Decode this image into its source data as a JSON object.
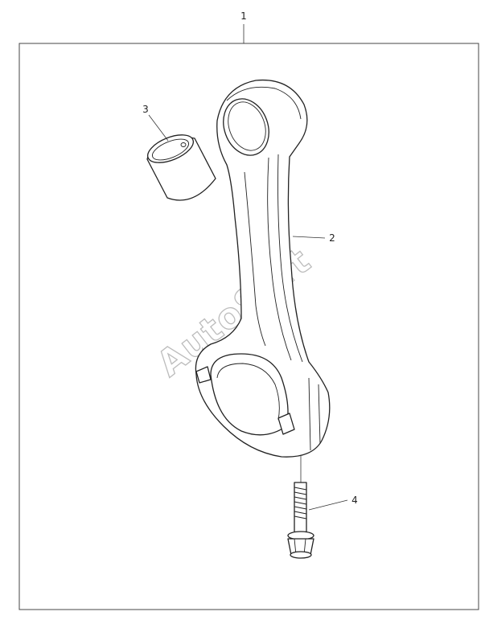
{
  "callouts": {
    "frame": "1",
    "connecting_rod": "2",
    "bushing": "3",
    "bolt": "4"
  },
  "watermark": "AutoSoft"
}
